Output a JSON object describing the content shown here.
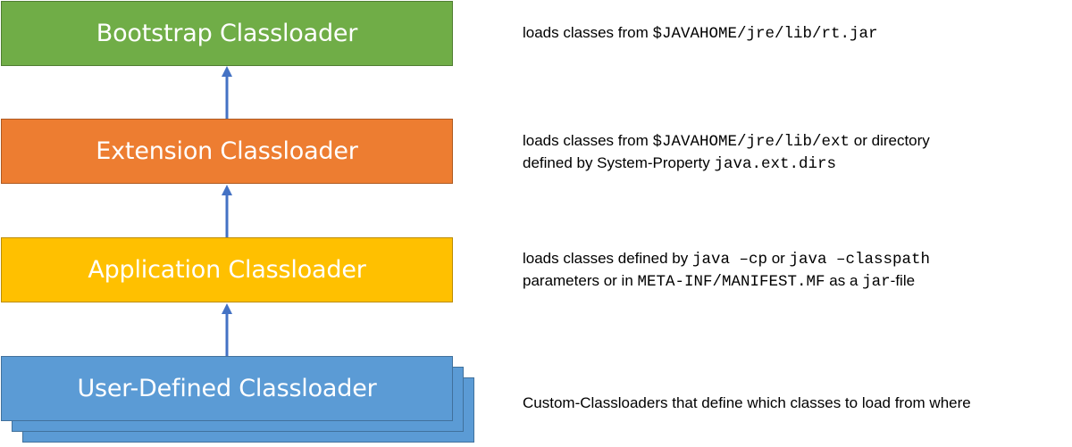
{
  "boxes": {
    "bootstrap": {
      "label": "Bootstrap Classloader",
      "color": "#70ad47"
    },
    "extension": {
      "label": "Extension Classloader",
      "color": "#ed7d31"
    },
    "application": {
      "label": "Application Classloader",
      "color": "#ffc000"
    },
    "user_defined": {
      "label": "User-Defined Classloader",
      "color": "#5b9bd5"
    }
  },
  "arrow_color": "#4472c4",
  "descriptions": {
    "bootstrap": {
      "prefix": "loads classes from ",
      "path": "$JAVAHOME/jre/lib/rt.jar"
    },
    "extension": {
      "prefix": "loads classes from ",
      "path": "$JAVAHOME/jre/lib/ext",
      "mid": " or directory",
      "line2_prefix": "defined by System-Property ",
      "property": "java.ext.dirs"
    },
    "application": {
      "prefix": "loads classes defined by ",
      "cmd1": "java –cp",
      "mid": " or ",
      "cmd2": "java –classpath",
      "line2_prefix": "parameters or in ",
      "manifest": "META-INF/MANIFEST.MF",
      "line2_mid": " as a ",
      "jar": "jar",
      "line2_suffix": "-file"
    },
    "user_defined": {
      "text": "Custom-Classloaders that define which classes to load from where"
    }
  }
}
